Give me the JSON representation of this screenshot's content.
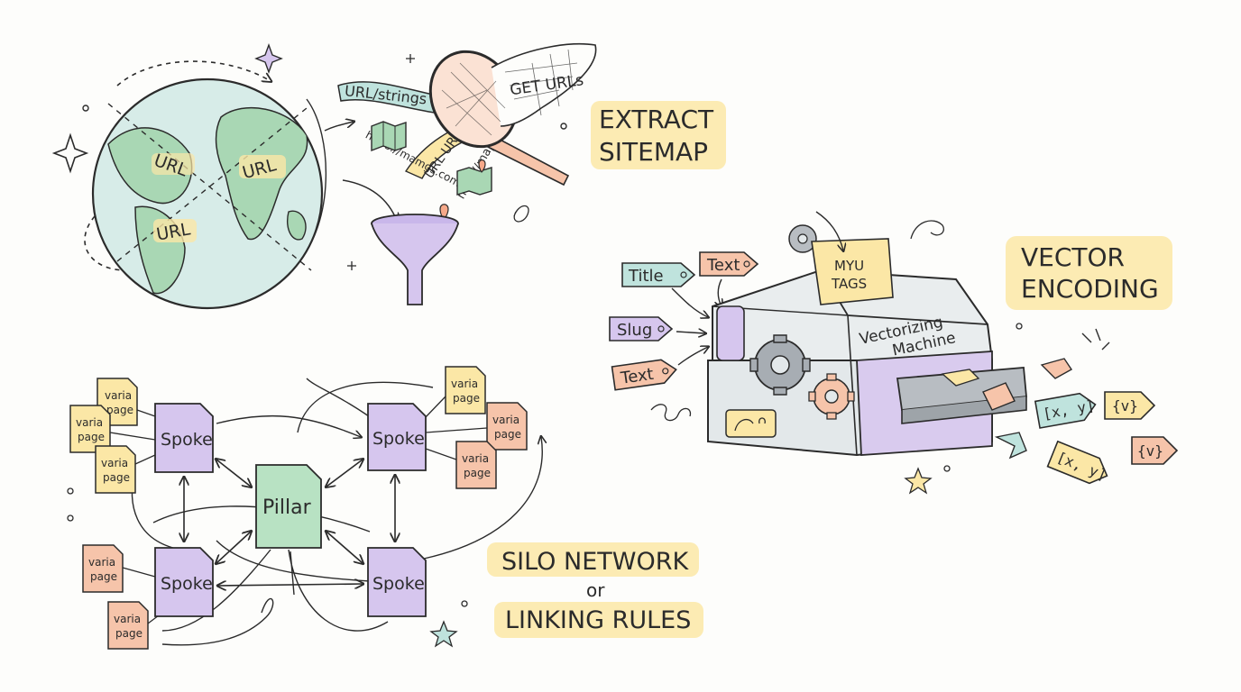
{
  "colors": {
    "ink": "#2b2b2b",
    "highlight_yellow": "#fbe7a6",
    "globe_water": "#d7ece8",
    "globe_land": "#a9d7b4",
    "purple": "#d6c6ee",
    "green": "#b8e2c3",
    "peach": "#f6c4aa",
    "yellow_page": "#fbe7a6",
    "teal": "#bfe3dd",
    "machine_gray": "#e3e8ea"
  },
  "sitemap": {
    "globe_labels": [
      "URL",
      "URL",
      "URL"
    ],
    "stream_labels": {
      "url_strings": "URL/strings",
      "url_urls": "URL URLs",
      "map_strings": "map://mapgstrings",
      "https_strings": "https://mamgs.com"
    },
    "net_label": "GET URLs",
    "heading_line1": "EXTRACT",
    "heading_line2": "SITEMAP"
  },
  "encoding": {
    "input_tags": [
      "Title",
      "Slug",
      "Text",
      "Text"
    ],
    "hopper_label_line1": "MYU",
    "hopper_label_line2": "TAGS",
    "machine_label_line1": "Vectorizing",
    "machine_label_line2": "Machine",
    "output_tags": [
      "[x, y]",
      "{v}",
      "[x, y]",
      "{v}"
    ],
    "heading_line1": "VECTOR",
    "heading_line2": "ENCODING"
  },
  "silo": {
    "pillar_label": "Pillar",
    "spoke_labels": [
      "Spoke",
      "Spoke",
      "Spoke",
      "Spoke"
    ],
    "page_label_line1": "varia",
    "page_label_line2": "page",
    "heading_line1": "SILO NETWORK",
    "heading_or": "or",
    "heading_line2": "LINKING RULES"
  }
}
